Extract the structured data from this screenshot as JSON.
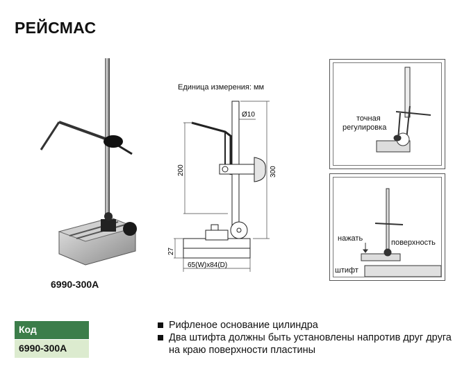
{
  "title": "РЕЙСМАС",
  "product": {
    "caption": "6990-300A"
  },
  "drawing": {
    "unit_note": "Единица измерения: мм",
    "dim_rod_diameter": "Ø10",
    "dim_height_total": "300",
    "dim_height_scriber": "200",
    "dim_base_height": "27",
    "dim_base_size": "65(W)x84(D)"
  },
  "panel1": {
    "label_fine_adjust_line1": "точная",
    "label_fine_adjust_line2": "регулировка"
  },
  "panel2": {
    "label_press": "нажать",
    "label_surface": "поверхность",
    "label_pin": "штифт"
  },
  "code_table": {
    "header": "Код",
    "value": "6990-300A"
  },
  "features": [
    "Рифленое основание цилиндра",
    "Два штифта должны быть установлены напротив друг друга на краю поверхности пластины"
  ]
}
